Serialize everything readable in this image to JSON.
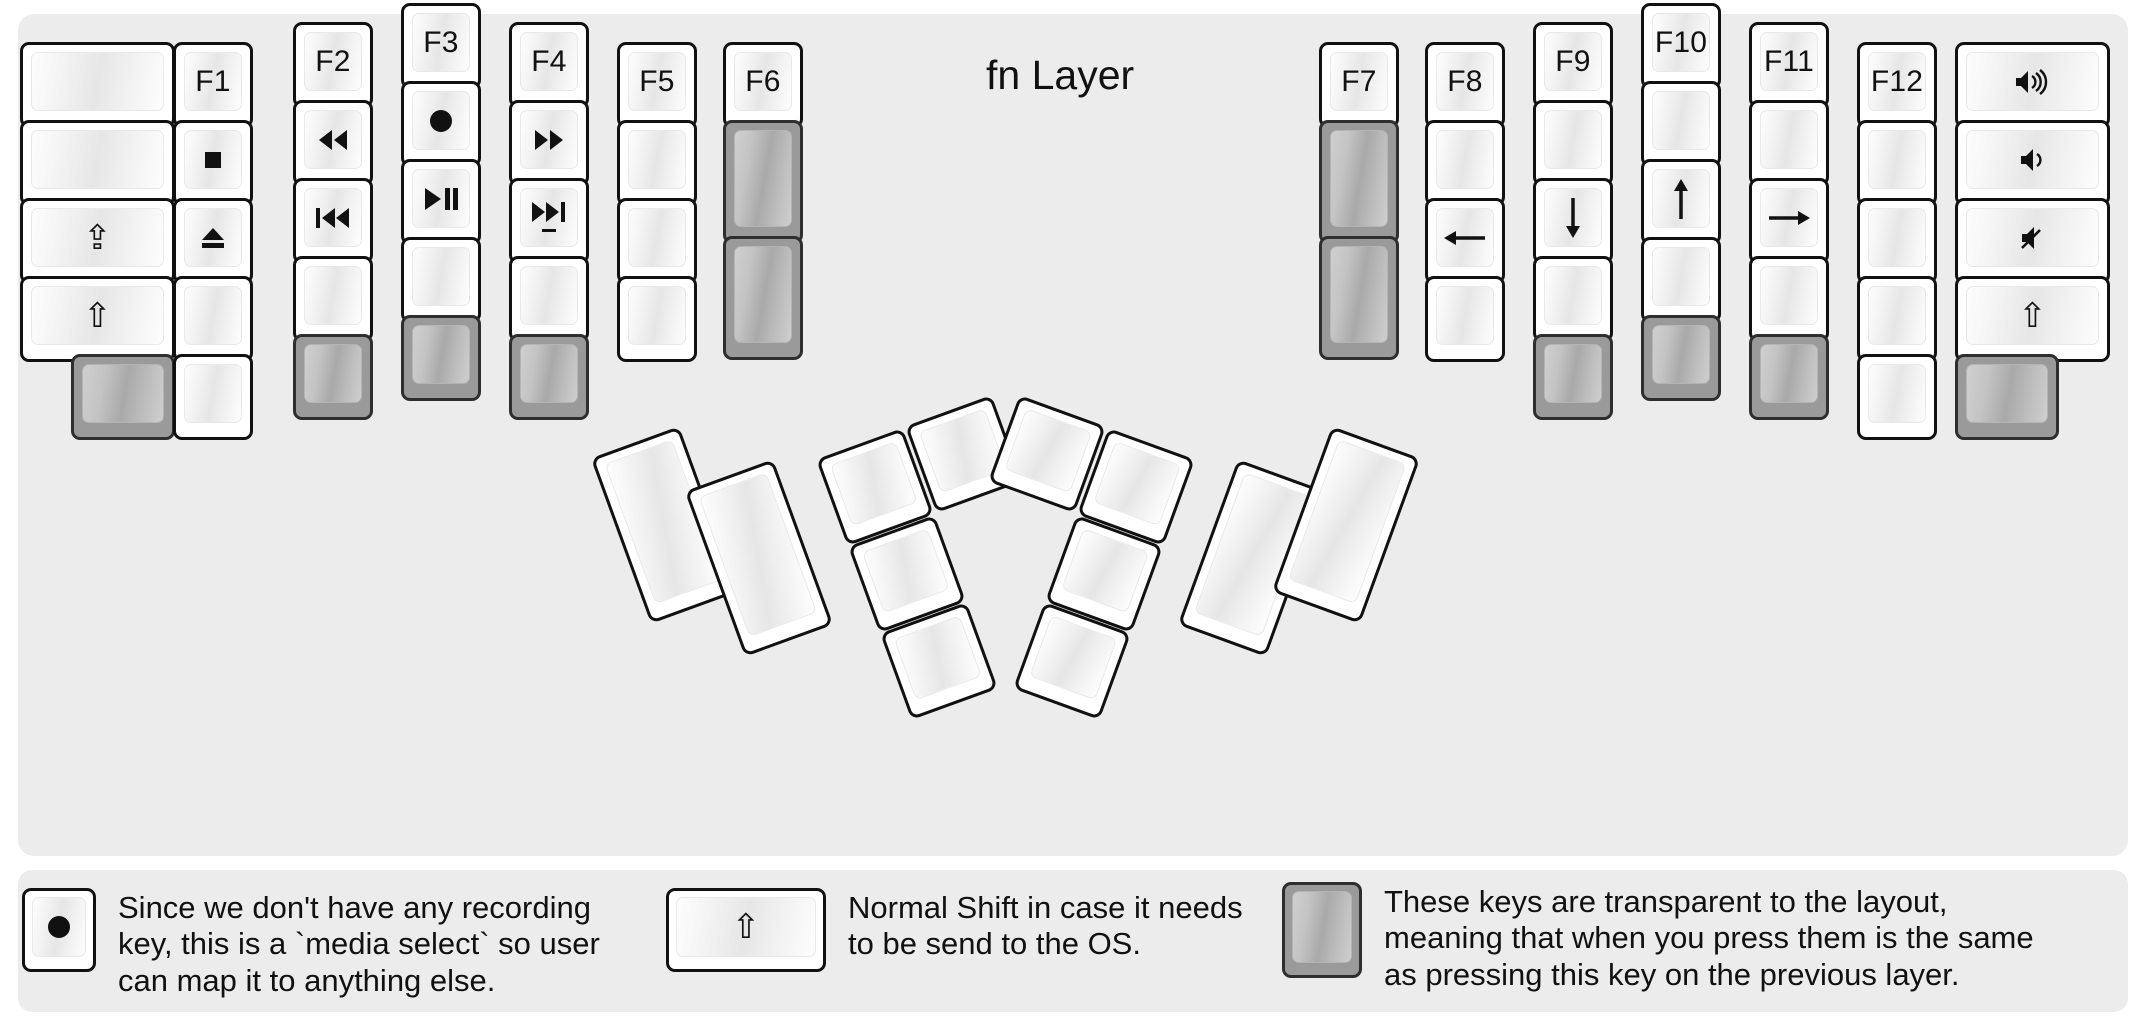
{
  "title": "fn Layer",
  "colors": {
    "background": "#ececec",
    "key_face": "#ffffff",
    "key_transparent": "#9a9a9a",
    "outline": "#111111",
    "page": "#ffffff"
  },
  "left_half": {
    "columns": [
      {
        "name": "pinky-outer",
        "width_u": 1.5,
        "keys": [
          {
            "label": "",
            "icon": "blank"
          },
          {
            "label": "",
            "icon": "blank"
          },
          {
            "label": "",
            "icon": "caps-lock"
          },
          {
            "label": "",
            "icon": "shift"
          },
          {
            "label": "",
            "icon": "blank",
            "transparent": true
          }
        ]
      },
      {
        "name": "pinky",
        "width_u": 1,
        "keys": [
          {
            "label": "F1",
            "icon": "text"
          },
          {
            "label": "",
            "icon": "media-stop"
          },
          {
            "label": "",
            "icon": "eject"
          },
          {
            "label": "",
            "icon": "blank"
          },
          {
            "label": "",
            "icon": "blank"
          }
        ]
      },
      {
        "name": "ring",
        "width_u": 1,
        "keys": [
          {
            "label": "F2",
            "icon": "text"
          },
          {
            "label": "",
            "icon": "rewind"
          },
          {
            "label": "",
            "icon": "prev-track"
          },
          {
            "label": "",
            "icon": "blank"
          },
          {
            "label": "",
            "icon": "blank",
            "transparent": true
          }
        ]
      },
      {
        "name": "middle",
        "width_u": 1,
        "keys": [
          {
            "label": "F3",
            "icon": "text"
          },
          {
            "label": "",
            "icon": "media-record"
          },
          {
            "label": "",
            "icon": "play-pause"
          },
          {
            "label": "",
            "icon": "blank"
          },
          {
            "label": "",
            "icon": "blank",
            "transparent": true
          }
        ]
      },
      {
        "name": "index",
        "width_u": 1,
        "keys": [
          {
            "label": "F4",
            "icon": "text"
          },
          {
            "label": "",
            "icon": "fast-forward"
          },
          {
            "label": "",
            "icon": "next-track"
          },
          {
            "label": "",
            "icon": "blank"
          },
          {
            "label": "",
            "icon": "blank",
            "transparent": true
          }
        ]
      },
      {
        "name": "index-inner",
        "width_u": 1,
        "keys": [
          {
            "label": "F5",
            "icon": "text"
          },
          {
            "label": "",
            "icon": "blank"
          },
          {
            "label": "",
            "icon": "blank"
          },
          {
            "label": "",
            "icon": "blank"
          }
        ]
      },
      {
        "name": "inner",
        "width_u": 1,
        "keys": [
          {
            "label": "F6",
            "icon": "text"
          },
          {
            "label": "",
            "icon": "blank",
            "transparent": true,
            "height_u": 1.5
          },
          {
            "label": "",
            "icon": "blank",
            "transparent": true,
            "height_u": 1.5
          }
        ]
      }
    ],
    "thumb_cluster": {
      "rotation_deg": -20,
      "keys": [
        {
          "label": "",
          "icon": "blank",
          "size": "2u-tall"
        },
        {
          "label": "",
          "icon": "blank",
          "size": "2u-tall"
        },
        {
          "label": "",
          "icon": "blank",
          "size": "1u"
        },
        {
          "label": "",
          "icon": "blank",
          "size": "1u"
        },
        {
          "label": "",
          "icon": "blank",
          "size": "1u"
        },
        {
          "label": "",
          "icon": "blank",
          "size": "1u"
        }
      ]
    }
  },
  "right_half": {
    "columns": [
      {
        "name": "index-inner",
        "width_u": 1,
        "keys": [
          {
            "label": "F7",
            "icon": "text"
          },
          {
            "label": "",
            "icon": "blank",
            "transparent": true,
            "height_u": 1.5
          },
          {
            "label": "",
            "icon": "blank",
            "transparent": true,
            "height_u": 1.5
          }
        ]
      },
      {
        "name": "index",
        "width_u": 1,
        "keys": [
          {
            "label": "F8",
            "icon": "text"
          },
          {
            "label": "",
            "icon": "blank"
          },
          {
            "label": "",
            "icon": "arrow-left"
          },
          {
            "label": "",
            "icon": "blank"
          }
        ]
      },
      {
        "name": "middle",
        "width_u": 1,
        "keys": [
          {
            "label": "F9",
            "icon": "text"
          },
          {
            "label": "",
            "icon": "blank"
          },
          {
            "label": "",
            "icon": "arrow-down"
          },
          {
            "label": "",
            "icon": "blank"
          },
          {
            "label": "",
            "icon": "blank",
            "transparent": true
          }
        ]
      },
      {
        "name": "ring",
        "width_u": 1,
        "keys": [
          {
            "label": "F10",
            "icon": "text"
          },
          {
            "label": "",
            "icon": "blank"
          },
          {
            "label": "",
            "icon": "arrow-up"
          },
          {
            "label": "",
            "icon": "blank"
          },
          {
            "label": "",
            "icon": "blank",
            "transparent": true
          }
        ]
      },
      {
        "name": "pinky",
        "width_u": 1,
        "keys": [
          {
            "label": "F11",
            "icon": "text"
          },
          {
            "label": "",
            "icon": "blank"
          },
          {
            "label": "",
            "icon": "arrow-right"
          },
          {
            "label": "",
            "icon": "blank"
          },
          {
            "label": "",
            "icon": "blank",
            "transparent": true
          }
        ]
      },
      {
        "name": "pinky-outer",
        "width_u": 1,
        "keys": [
          {
            "label": "F12",
            "icon": "text"
          },
          {
            "label": "",
            "icon": "blank"
          },
          {
            "label": "",
            "icon": "blank"
          },
          {
            "label": "",
            "icon": "blank"
          },
          {
            "label": "",
            "icon": "blank"
          }
        ]
      },
      {
        "name": "outer",
        "width_u": 1.5,
        "keys": [
          {
            "label": "",
            "icon": "volume-up"
          },
          {
            "label": "",
            "icon": "volume-down"
          },
          {
            "label": "",
            "icon": "volume-mute"
          },
          {
            "label": "",
            "icon": "shift"
          },
          {
            "label": "",
            "icon": "blank",
            "transparent": true
          }
        ]
      }
    ],
    "thumb_cluster": {
      "rotation_deg": 20,
      "keys": [
        {
          "label": "",
          "icon": "blank",
          "size": "1u"
        },
        {
          "label": "",
          "icon": "blank",
          "size": "1u"
        },
        {
          "label": "",
          "icon": "blank",
          "size": "1u"
        },
        {
          "label": "",
          "icon": "blank",
          "size": "1u"
        },
        {
          "label": "",
          "icon": "blank",
          "size": "2u-tall"
        },
        {
          "label": "",
          "icon": "blank",
          "size": "2u-tall"
        }
      ]
    }
  },
  "legend": [
    {
      "icon": "media-record",
      "transparent": false,
      "text": "Since we don't have any recording\nkey, this is a `media select` so user\ncan map it to anything else."
    },
    {
      "icon": "shift",
      "transparent": false,
      "text": "Normal Shift in case it needs\nto be send to the OS."
    },
    {
      "icon": "blank",
      "transparent": true,
      "text": "These keys are transparent to the layout,\nmeaning that when you press them is the same\nas pressing this key on the previous layer."
    }
  ]
}
